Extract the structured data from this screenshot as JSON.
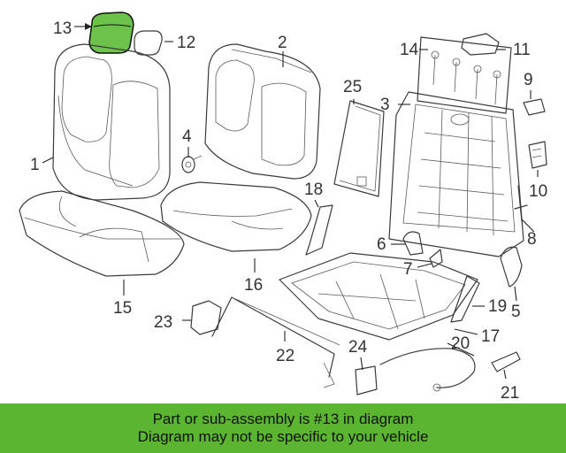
{
  "callouts": {
    "c1": "1",
    "c2": "2",
    "c3": "3",
    "c4": "4",
    "c5": "5",
    "c6": "6",
    "c7": "7",
    "c8": "8",
    "c9": "9",
    "c10": "10",
    "c11": "11",
    "c12": "12",
    "c13": "13",
    "c14": "14",
    "c15": "15",
    "c16": "16",
    "c17": "17",
    "c18": "18",
    "c19": "19",
    "c20": "20",
    "c21": "21",
    "c22": "22",
    "c23": "23",
    "c24": "24",
    "c25": "25"
  },
  "highlighted_part": "13",
  "highlight_color": "#6cc24a",
  "banner": {
    "line1": "Part or sub-assembly is #13 in diagram",
    "line2": "Diagram may not be specific to your vehicle",
    "color": "#5cb531"
  }
}
